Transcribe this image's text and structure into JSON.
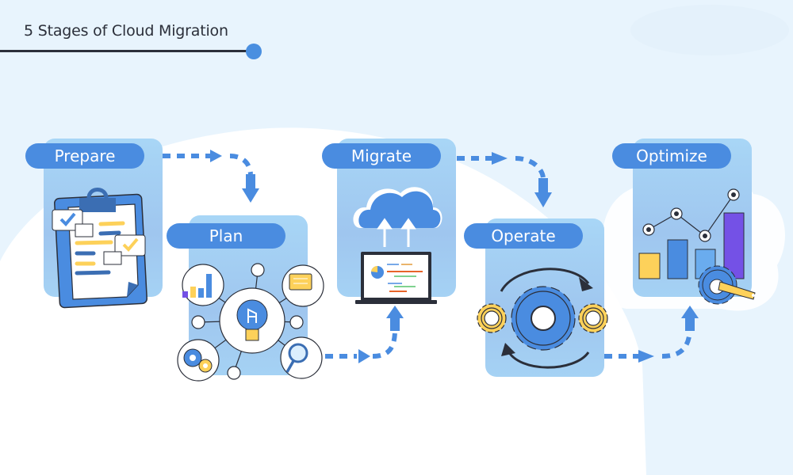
{
  "title": "5 Stages of Cloud Migration",
  "colors": {
    "background": "#e8f4fd",
    "accent_blue": "#4a8ce0",
    "card": "#a8d2f4",
    "yellow": "#fdd15a",
    "purple": "#7451e6",
    "dark": "#2b2f3a"
  },
  "stages": [
    {
      "label": "Prepare",
      "icon": "clipboard-checklist-icon"
    },
    {
      "label": "Plan",
      "icon": "lightbulb-network-icon"
    },
    {
      "label": "Migrate",
      "icon": "cloud-upload-laptop-icon"
    },
    {
      "label": "Operate",
      "icon": "gears-cycle-icon"
    },
    {
      "label": "Optimize",
      "icon": "chart-wrench-icon"
    }
  ]
}
